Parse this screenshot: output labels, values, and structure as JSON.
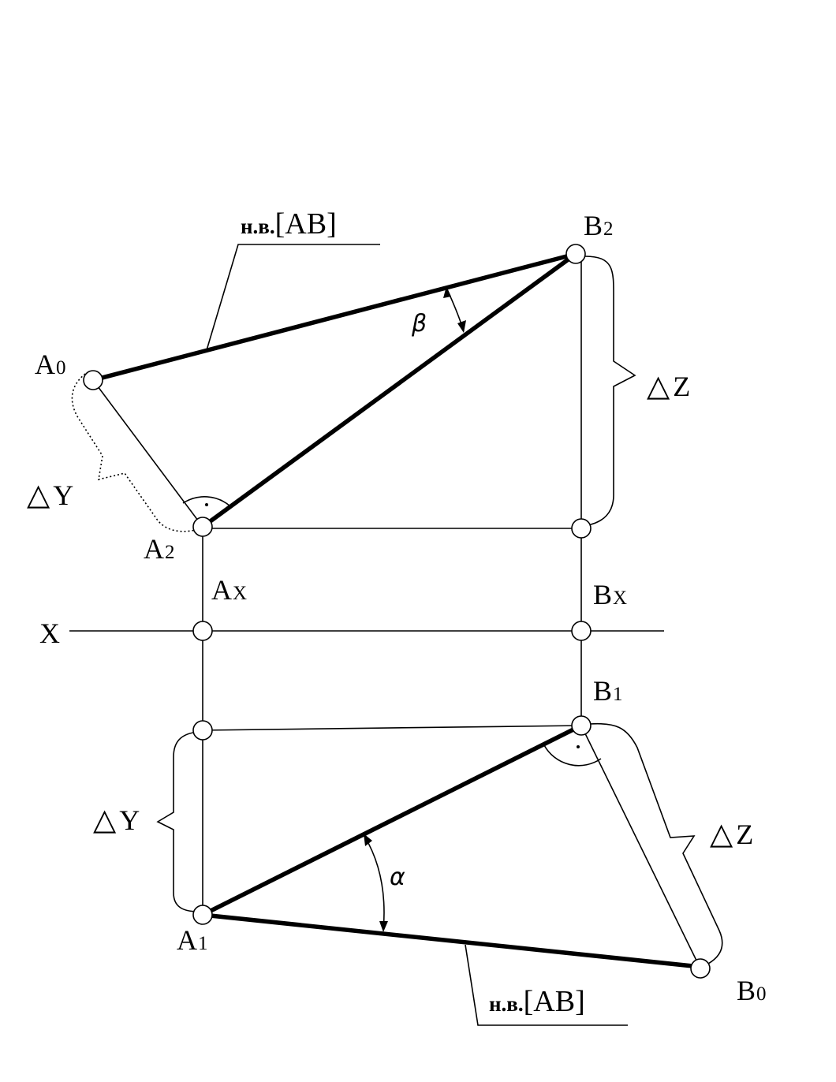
{
  "points": {
    "B2": {
      "letter": "B",
      "sub": "2"
    },
    "A0": {
      "letter": "A",
      "sub": "0"
    },
    "A2": {
      "letter": "A",
      "sub": "2"
    },
    "Ax": {
      "letter": "A",
      "sub": "X"
    },
    "Bx": {
      "letter": "B",
      "sub": "X"
    },
    "B1": {
      "letter": "B",
      "sub": "1"
    },
    "A1": {
      "letter": "A",
      "sub": "1"
    },
    "B0": {
      "letter": "B",
      "sub": "0"
    }
  },
  "axis": {
    "label": "X"
  },
  "true_length_label": {
    "prefix": "н.в.",
    "segment": "[AB]"
  },
  "angles": {
    "beta": "β",
    "alpha": "α"
  },
  "deltas": {
    "symbol": "△",
    "z_top": "Z",
    "y_top": "Y",
    "y_bottom": "Y",
    "z_bottom": "Z"
  }
}
